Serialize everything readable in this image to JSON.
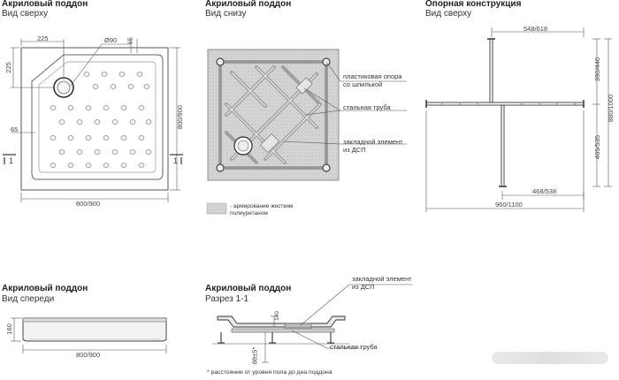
{
  "views": {
    "top": {
      "title": "Акриловый поддон",
      "subtitle": "Вид сверху",
      "dims": {
        "left_offset": "225",
        "diameter": "Ø90",
        "corner": "65",
        "side_offset": "225",
        "drain": "65",
        "width": "800/900",
        "height": "800/900"
      },
      "section_mark": "1",
      "section_mark_right": "1"
    },
    "bottom": {
      "title": "Акриловый поддон",
      "subtitle": "Вид снизу",
      "callouts": [
        "пластиковая опора со шпилькой",
        "стальная труба",
        "закладной элемент из ДСП"
      ],
      "legend": "- армирование жестким полиуретаном"
    },
    "support": {
      "title": "Опорная конструкция",
      "subtitle": "Вид сверху",
      "dims": {
        "top": "548/618",
        "right_top": "390/440",
        "right_total": "880/1000",
        "right_bottom": "465/535",
        "bottom": "468/538",
        "total": "960/1100"
      }
    },
    "front": {
      "title": "Акриловый поддон",
      "subtitle": "Вид спереди",
      "dims": {
        "height": "160",
        "width": "800/900"
      }
    },
    "section": {
      "title": "Акриловый поддон",
      "subtitle": "Разрез 1-1",
      "callouts": [
        "закладной элемент из ДСП",
        "стальная труба"
      ],
      "dims": {
        "depth": "140",
        "legs": "88±5*"
      },
      "footnote": "* расстояние от уровня пола до дна поддона"
    }
  }
}
